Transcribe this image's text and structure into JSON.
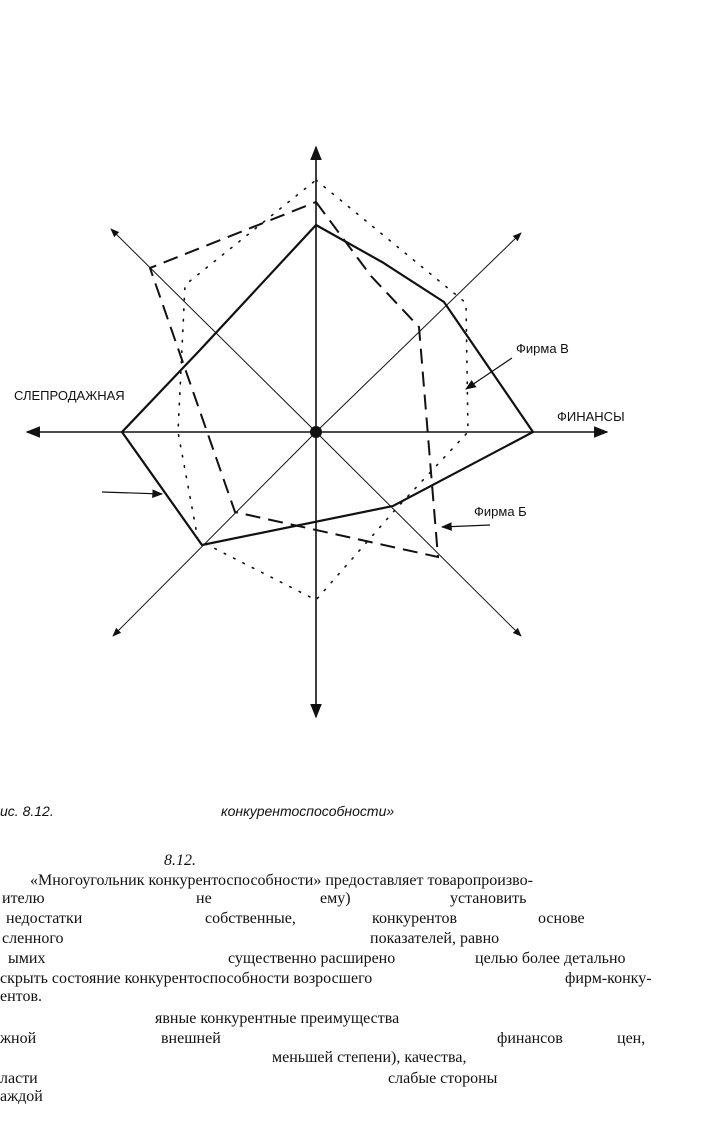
{
  "figure": {
    "labels": {
      "left_axis": "СЛЕПРОДАЖНАЯ",
      "right_axis": "ФИНАНСЫ",
      "firm_v": "Фирма В",
      "firm_b": "Фирма Б"
    }
  },
  "caption": {
    "figure_number": "ис. 8.12.",
    "title": "конкурентоспособности»"
  },
  "text": {
    "heading": "8.12.",
    "lines": [
      [
        "«Многоугольник конкурентоспособности» предоставляет товаропроизво-"
      ],
      [
        "ителю",
        "не",
        "ему)",
        "установить"
      ],
      [
        "недостатки",
        "собственные,",
        "конкурентов",
        "основе"
      ],
      [
        "сленного",
        "показателей,  равно"
      ],
      [
        "ымих",
        "существенно расширено",
        "целью более детально"
      ],
      [
        "скрыть состояние конкурентоспособности возросшего",
        "фирм-конку-"
      ],
      [
        "ентов."
      ],
      [
        "явные конкурентные преимущества"
      ],
      [
        "жной",
        "внешней",
        "финансов",
        "цен,"
      ],
      [
        "меньшей степени),  качества,"
      ],
      [
        "ласти",
        "слабые стороны"
      ],
      [
        "аждой"
      ]
    ]
  }
}
